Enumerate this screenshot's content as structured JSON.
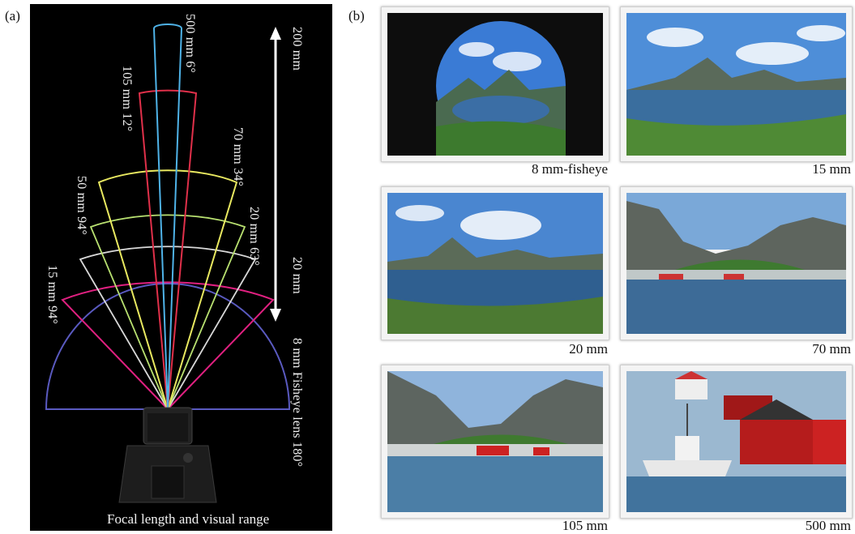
{
  "panel_a": {
    "label": "(a)",
    "caption": "Focal length and visual range",
    "arrow_top_label": "200 mm",
    "arrow_bottom_label": "20 mm",
    "lens_labels": [
      {
        "text": "500 mm 6°",
        "color": "#4fb3e8"
      },
      {
        "text": "105 mm 12°",
        "color": "#e0304a"
      },
      {
        "text": "70 mm 34°",
        "color": "#e8e860"
      },
      {
        "text": "50 mm 94°",
        "color": "#b8e070"
      },
      {
        "text": "20 mm 63°",
        "color": "#d0d0d0"
      },
      {
        "text": "15 mm 94°",
        "color": "#e02080"
      },
      {
        "text": "8 mm  Fisheye lens 180°",
        "color": "#5a5ac0"
      }
    ]
  },
  "panel_b": {
    "label": "(b)",
    "photos": [
      {
        "caption": "8 mm-fisheye"
      },
      {
        "caption": "15 mm"
      },
      {
        "caption": "20 mm"
      },
      {
        "caption": "70 mm"
      },
      {
        "caption": "105 mm"
      },
      {
        "caption": "500 mm"
      }
    ]
  }
}
